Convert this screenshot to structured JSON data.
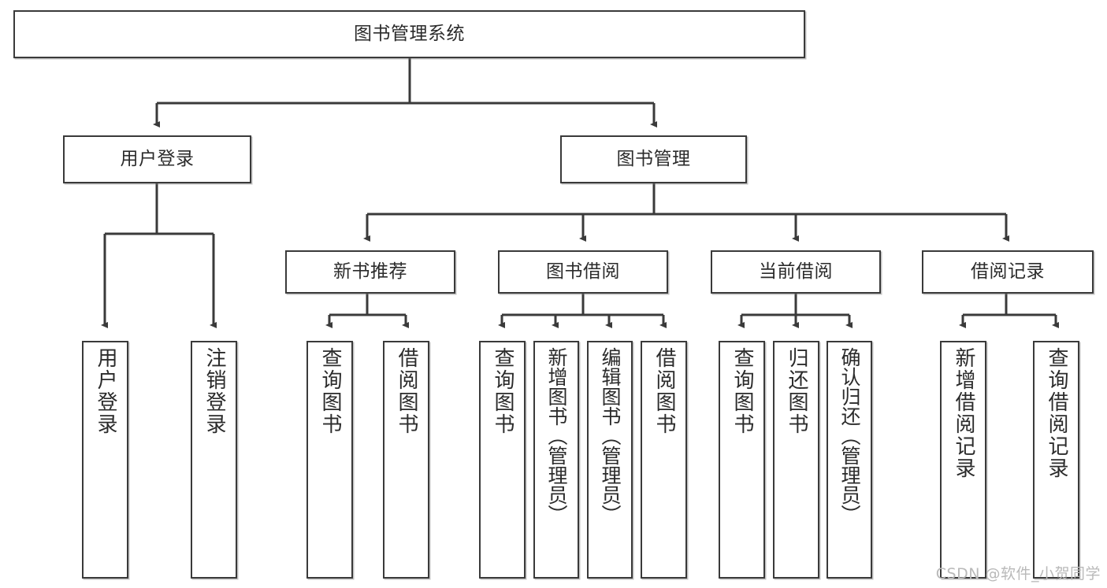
{
  "diagram": {
    "type": "tree-hierarchy-chart",
    "title": "图书管理系统",
    "theme": {
      "background": "#ffffff",
      "box_border": "#3a3a3a",
      "box_fill": "#ffffff",
      "text": "#2b2b2b",
      "connector": "#3a3a3a",
      "watermark": "#b9b9b9"
    },
    "root": {
      "label": "图书管理系统"
    },
    "level2": [
      {
        "label": "用户登录"
      },
      {
        "label": "图书管理"
      }
    ],
    "level3": [
      {
        "label": "新书推荐"
      },
      {
        "label": "图书借阅"
      },
      {
        "label": "当前借阅"
      },
      {
        "label": "借阅记录"
      }
    ],
    "leaves": {
      "user_login": [
        {
          "label": "用户登录"
        },
        {
          "label": "注销登录"
        }
      ],
      "new_book_recommend": [
        {
          "label": "查询图书"
        },
        {
          "label": "借阅图书"
        }
      ],
      "book_borrow": [
        {
          "label": "查询图书"
        },
        {
          "label": "新增图书（管理员）"
        },
        {
          "label": "编辑图书（管理员）"
        },
        {
          "label": "借阅图书"
        }
      ],
      "current_borrow": [
        {
          "label": "查询图书"
        },
        {
          "label": "归还图书"
        },
        {
          "label": "确认归还（管理员）"
        }
      ],
      "borrow_records": [
        {
          "label": "新增借阅记录"
        },
        {
          "label": "查询借阅记录"
        }
      ]
    }
  },
  "watermark": {
    "text": "CSDN @软件_小贺同学"
  }
}
